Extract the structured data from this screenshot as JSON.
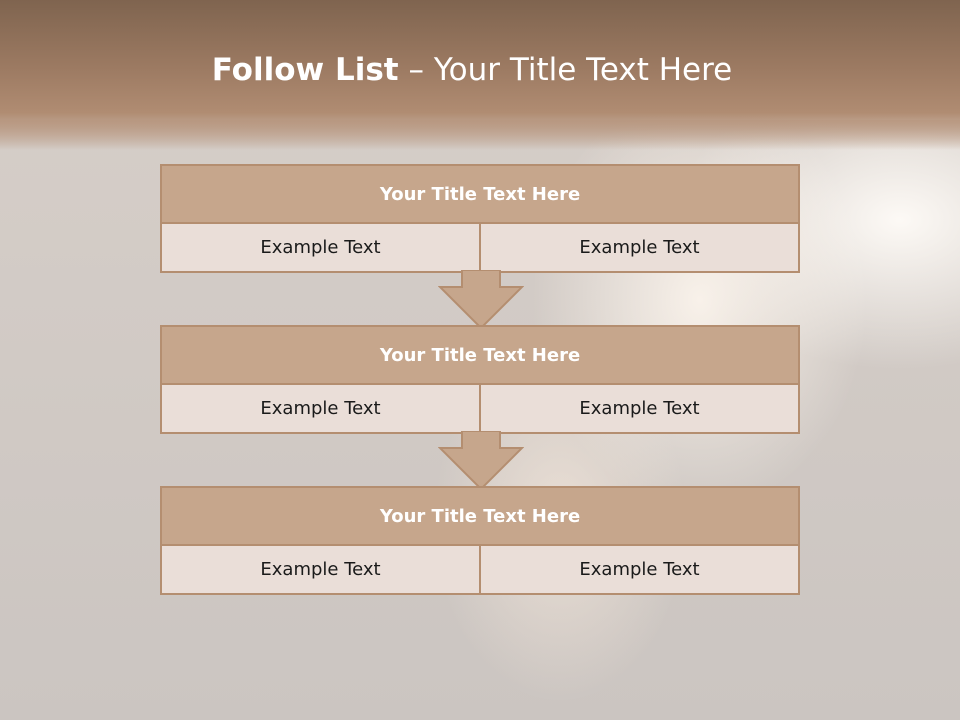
{
  "title": {
    "bold_part": "Follow List",
    "rest": " – Your Title Text Here"
  },
  "blocks": [
    {
      "heading": "Your Title Text Here",
      "left": "Example Text",
      "right": "Example Text"
    },
    {
      "heading": "Your Title Text Here",
      "left": "Example Text",
      "right": "Example Text"
    },
    {
      "heading": "Your Title Text Here",
      "left": "Example Text",
      "right": "Example Text"
    }
  ],
  "colors": {
    "header": "#9c7a62",
    "block_title": "#c6a68c",
    "block_cell": "#eaded8",
    "border": "#b48e70"
  }
}
